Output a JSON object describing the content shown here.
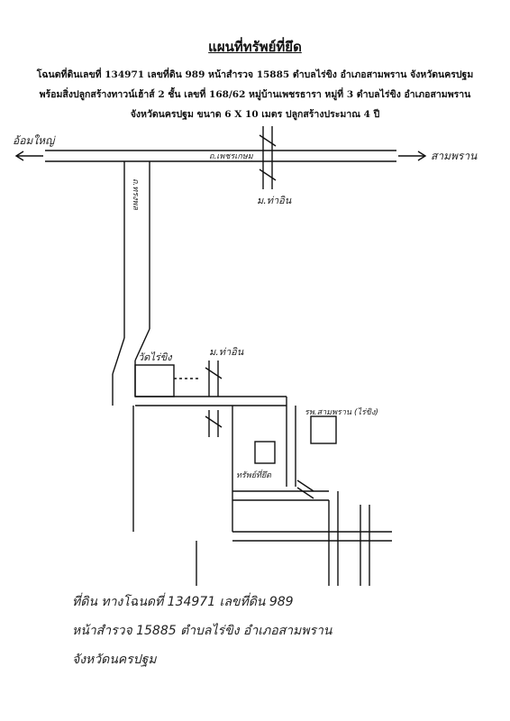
{
  "header": {
    "title": "แผนที่ทรัพย์ที่ยึด",
    "line1": "โฉนดที่ดินเลขที่ 134971 เลขที่ดิน 989 หน้าสำรวจ 15885 ตำบลไร่ขิง อำเภอสามพราน จังหวัดนครปฐม",
    "line2": "พร้อมสิ่งปลูกสร้างทาวน์เฮ้าส์ 2 ชั้น เลขที่ 168/62 หมู่บ้านเพชรธารา หมู่ที่ 3 ตำบลไร่ขิง อำเภอสามพราน",
    "line3": "จังหวัดนครปฐม     ขนาด 6 X 10 เมตร ปลูกสร้างประมาณ 4 ปี"
  },
  "map": {
    "left_arrow": "อ้อมใหญ่",
    "right_arrow": "สามพราน",
    "main_road": "ถ.เพชรเกษม",
    "vertical_road": "ถ.ทรงพล",
    "top_bridge": "ม.ท่าอิน",
    "temple": "วัดไร่ขิง",
    "mid_bridge": "ม.ท่าอิน",
    "hospital": "รพ.สามพราน (ไร่ขิง)",
    "property": "ทรัพย์ที่ยึด"
  },
  "note": {
    "line1": "ที่ดิน ทางโฉนดที่ 134971 เลขที่ดิน 989",
    "line2": "หน้าสำรวจ 15885 ตำบลไร่ขิง อำเภอสามพราน",
    "line3": "จังหวัดนครปฐม"
  }
}
